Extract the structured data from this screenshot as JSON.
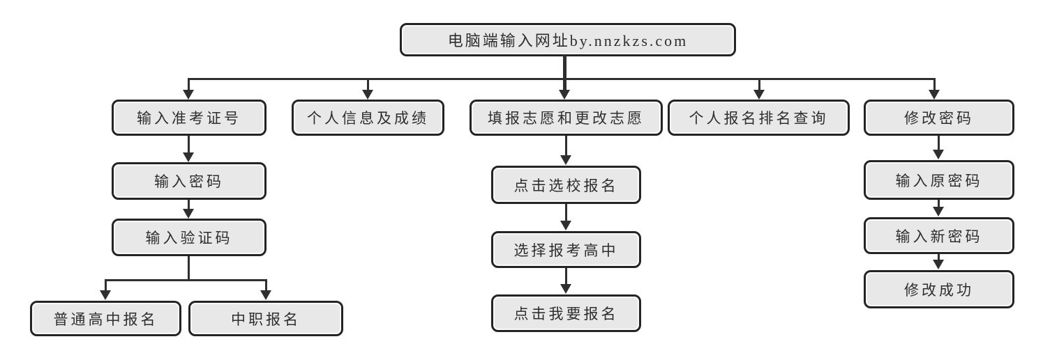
{
  "diagram": {
    "type": "flowchart",
    "colors": {
      "background": "#ffffff",
      "box_fill": "#e8e8e8",
      "box_border": "#242424",
      "line": "#2f2f2f",
      "text": "#2e2e2e"
    },
    "nodes": {
      "root": "电脑端输入网址by.nnzkzs.com",
      "enter_ticket": "输入准考证号",
      "personal_info": "个人信息及成绩",
      "fill_change_preference": "填报志愿和更改志愿",
      "ranking_query": "个人报名排名查询",
      "change_password": "修改密码",
      "enter_password": "输入密码",
      "enter_captcha": "输入验证码",
      "regular_high_school": "普通高中报名",
      "vocational_school": "中职报名",
      "click_school_register": "点击选校报名",
      "select_high_school": "选择报考高中",
      "click_i_want_register": "点击我要报名",
      "enter_old_password": "输入原密码",
      "enter_new_password": "输入新密码",
      "change_success": "修改成功"
    },
    "edges": [
      [
        "root",
        "enter_ticket"
      ],
      [
        "root",
        "personal_info"
      ],
      [
        "root",
        "fill_change_preference"
      ],
      [
        "root",
        "ranking_query"
      ],
      [
        "root",
        "change_password"
      ],
      [
        "enter_ticket",
        "enter_password"
      ],
      [
        "enter_password",
        "enter_captcha"
      ],
      [
        "enter_captcha",
        "regular_high_school"
      ],
      [
        "enter_captcha",
        "vocational_school"
      ],
      [
        "fill_change_preference",
        "click_school_register"
      ],
      [
        "click_school_register",
        "select_high_school"
      ],
      [
        "select_high_school",
        "click_i_want_register"
      ],
      [
        "change_password",
        "enter_old_password"
      ],
      [
        "enter_old_password",
        "enter_new_password"
      ],
      [
        "enter_new_password",
        "change_success"
      ]
    ]
  }
}
